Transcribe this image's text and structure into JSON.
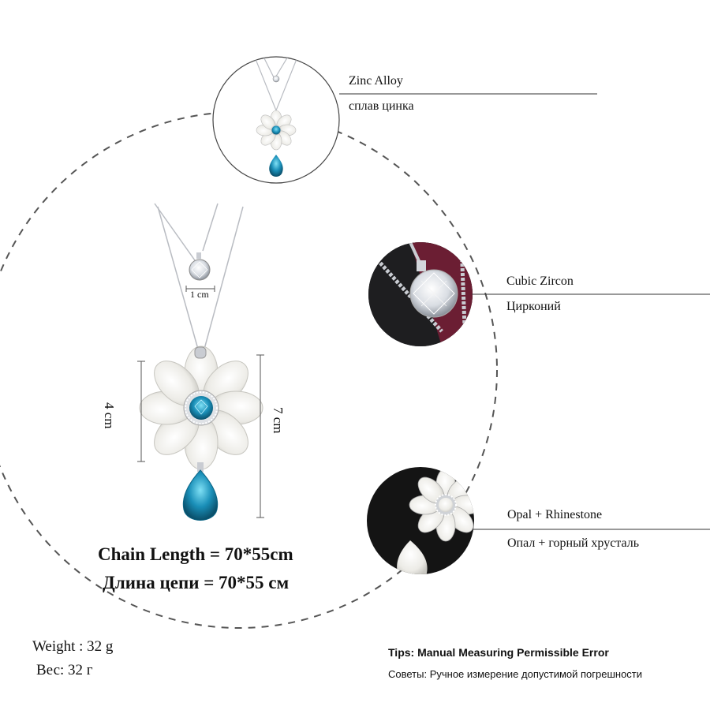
{
  "features": [
    {
      "label_en": "Zinc Alloy",
      "label_ru": "сплав цинка"
    },
    {
      "label_en": "Cubic Zircon",
      "label_ru": "Цирконий"
    },
    {
      "label_en": "Opal + Rhinestone",
      "label_ru": "Опал + горный хрусталь"
    }
  ],
  "dimensions": {
    "pendant_small": "1 cm",
    "flower_height": "4 cm",
    "total_height": "7 cm"
  },
  "chain_length": {
    "en": "Chain Length = 70*55cm",
    "ru": "Длина цепи = 70*55 см"
  },
  "weight": {
    "en": "Weight : 32 g",
    "ru": "Вес: 32 г"
  },
  "tips": {
    "en": "Tips: Manual Measuring Permissible Error",
    "ru": "Советы: Ручное измерение допустимой погрешности"
  },
  "colors": {
    "blue_gem": "#1a8fb8",
    "opal": "#f2f2ee",
    "velvet": "#6b1e33",
    "dark_bg": "#1a1a1a",
    "silver": "#b9bcc2"
  }
}
